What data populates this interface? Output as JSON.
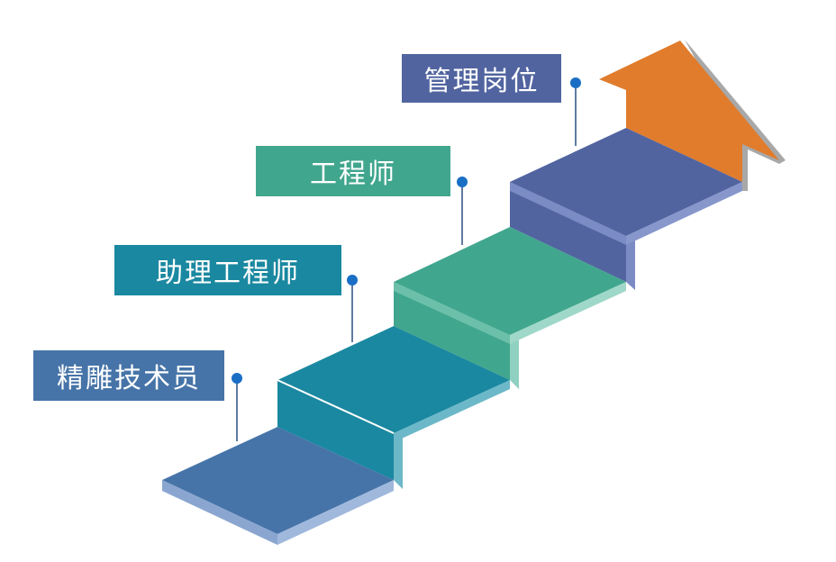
{
  "steps": [
    {
      "label": "精雕技术员",
      "color": "#4674a8"
    },
    {
      "label": "助理工程师",
      "color": "#1a88a0"
    },
    {
      "label": "工程师",
      "color": "#41a68e"
    },
    {
      "label": "管理岗位",
      "color": "#5164a0"
    }
  ],
  "arrow_color": "#e07c2c",
  "pin_color": "#1a6fc4"
}
